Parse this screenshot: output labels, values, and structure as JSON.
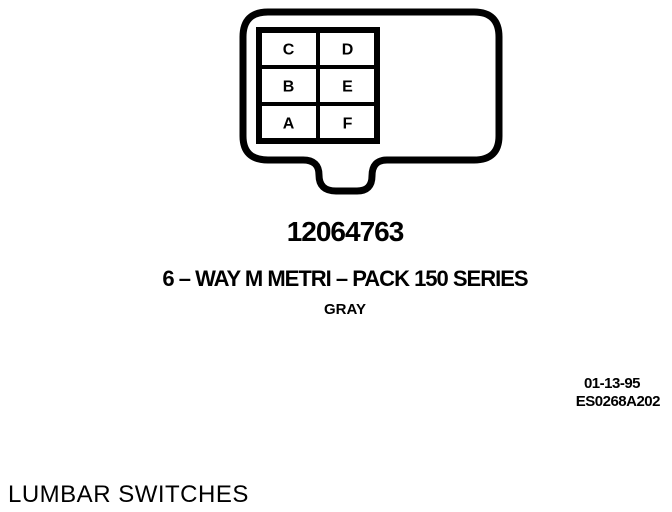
{
  "connector": {
    "pins": [
      {
        "row": 0,
        "col": 0,
        "label": "C"
      },
      {
        "row": 0,
        "col": 1,
        "label": "D"
      },
      {
        "row": 1,
        "col": 0,
        "label": "B"
      },
      {
        "row": 1,
        "col": 1,
        "label": "E"
      },
      {
        "row": 2,
        "col": 0,
        "label": "A"
      },
      {
        "row": 2,
        "col": 1,
        "label": "F"
      }
    ],
    "part_number": "12064763",
    "series": "6 – WAY M METRI – PACK 150 SERIES",
    "color": "GRAY"
  },
  "figure": {
    "date": "01-13-95",
    "code": "ES0268A202"
  },
  "section_title": "LUMBAR SWITCHES"
}
